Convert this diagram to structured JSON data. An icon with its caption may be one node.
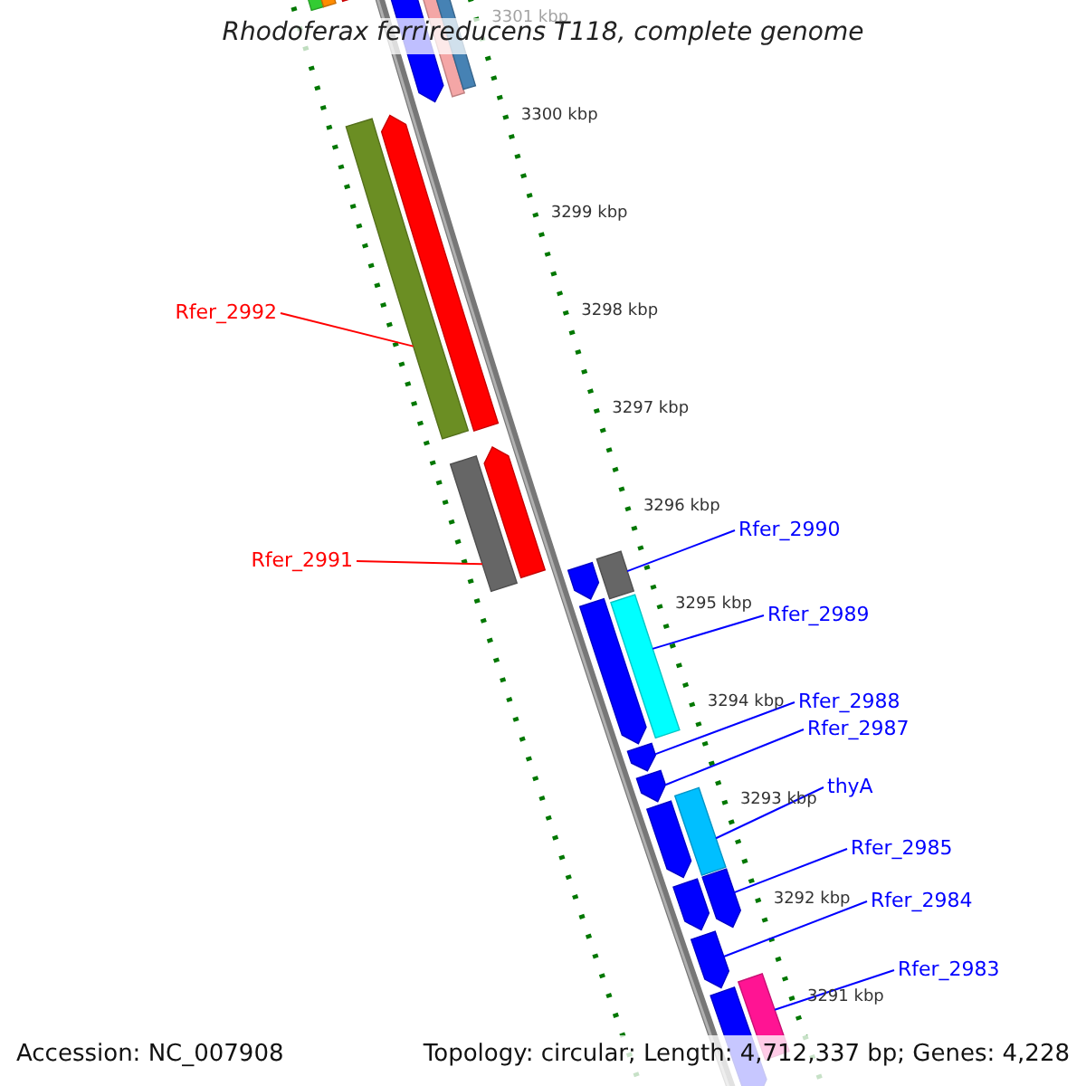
{
  "diagram": {
    "title": "Rhodoferax ferrireducens T118, complete genome",
    "nodes": [
      {
        "text": [],
        "shape": "bar"
      },
      {
        "text": [],
        "shape": "bar"
      },
      {
        "text": [],
        "shape": "bar"
      },
      {
        "text": [],
        "shape": "arrow"
      },
      {
        "text": [],
        "shape": "bar"
      },
      {
        "text": [],
        "shape": "bar"
      },
      {
        "text": [],
        "shape": "bar"
      },
      {
        "text": [],
        "shape": "arrow"
      },
      {
        "text": [],
        "shape": "bar"
      },
      {
        "text": [],
        "shape": "arrow"
      },
      {
        "text": [],
        "shape": "arrow"
      },
      {
        "text": [],
        "shape": "bar"
      },
      {
        "text": [],
        "shape": "arrow"
      },
      {
        "text": [],
        "shape": "bar"
      },
      {
        "text": [],
        "shape": "arrow"
      },
      {
        "text": [],
        "shape": "arrow"
      },
      {
        "text": [],
        "shape": "arrow"
      },
      {
        "text": [],
        "shape": "bar"
      },
      {
        "text": [],
        "shape": "arrow"
      },
      {
        "text": [],
        "shape": "arrow"
      },
      {
        "text": [],
        "shape": "arrow"
      },
      {
        "text": [],
        "shape": "arrow"
      },
      {
        "text": [],
        "shape": "bar"
      },
      {
        "text": [
          "Rfer_2992"
        ]
      },
      {
        "text": [
          "Rfer_2991"
        ]
      },
      {
        "text": [
          "Rfer_2990"
        ]
      },
      {
        "text": [
          "Rfer_2989"
        ]
      },
      {
        "text": [
          "Rfer_2988"
        ]
      },
      {
        "text": [
          "Rfer_2987"
        ]
      },
      {
        "text": [
          "thyA"
        ]
      },
      {
        "text": [
          "Rfer_2985"
        ]
      },
      {
        "text": [
          "Rfer_2984"
        ]
      },
      {
        "text": [
          "Rfer_2983"
        ]
      }
    ],
    "edges": [
      {
        "from": 23,
        "to": 6,
        "arrow": "none",
        "color": "#ff0000"
      },
      {
        "from": 24,
        "to": 8,
        "arrow": "none",
        "color": "#ff0000"
      },
      {
        "from": 25,
        "to": 11,
        "arrow": "none"
      },
      {
        "from": 26,
        "to": 13,
        "arrow": "none"
      },
      {
        "from": 27,
        "to": 14,
        "arrow": "none"
      },
      {
        "from": 28,
        "to": 15,
        "arrow": "none"
      },
      {
        "from": 29,
        "to": 17,
        "arrow": "none"
      },
      {
        "from": 30,
        "to": 18,
        "arrow": "none"
      },
      {
        "from": 31,
        "to": 20,
        "arrow": "none"
      },
      {
        "from": 32,
        "to": 22,
        "arrow": "none"
      }
    ],
    "labels": [
      "3301 kbp",
      "3300 kbp",
      "3299 kbp",
      "3298 kbp",
      "3297 kbp",
      "3296 kbp",
      "3295 kbp",
      "3294 kbp",
      "3293 kbp",
      "3292 kbp",
      "3291 kbp",
      "Accession: NC_007908",
      "Topology: circular; Length: 4,712,337 bp; Genes: 4,228"
    ]
  }
}
